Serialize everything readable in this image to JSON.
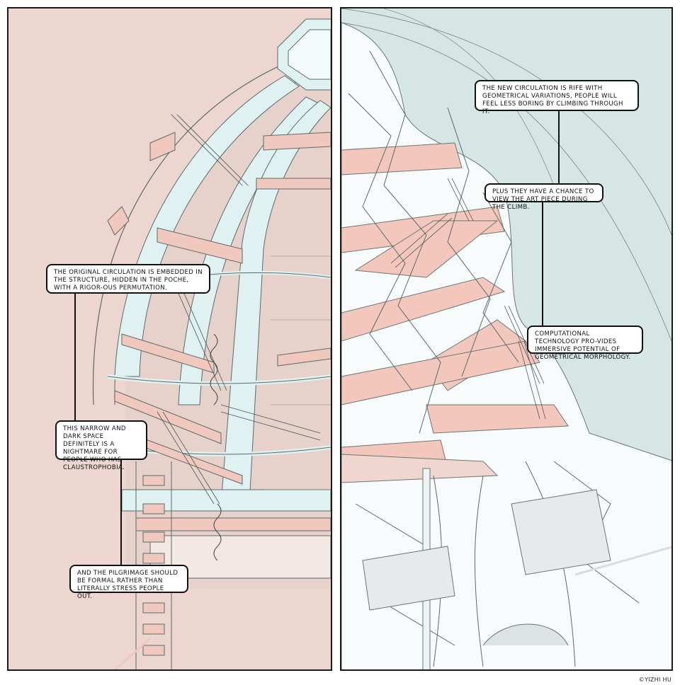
{
  "callouts": {
    "left_1": "THE ORIGINAL CIRCULATION IS EMBEDDED IN THE STRUCTURE, HIDDEN IN THE POCHE, WITH A RIGOR-OUS PERMUTATION.",
    "left_2": "THIS NARROW AND DARK SPACE DEFINITELY IS A NIGHTMARE FOR PEOPLE WHO HAS CLAUSTROPHOBIA.",
    "left_3": "AND THE PILGRIMAGE SHOULD BE FORMAL RATHER THAN LITERALLY STRESS PEOPLE OUT.",
    "right_1": "THE NEW CIRCULATION IS RIFE WITH GEOMETRICAL VARIATIONS, PEOPLE WILL FEEL LESS BORING BY CLIMBING THROUGH IT.",
    "right_2": "PLUS THEY HAVE A CHANCE TO VIEW THE ART PIECE DURING THE CLIMB.",
    "right_3": "COMPUTATIONAL TECHNOLOGY PRO-VIDES IMMERSIVE POTENTIAL OF GEOMETRICAL MORPHOLOGY."
  },
  "credit": "©YIZHI HU",
  "colors": {
    "left_background": "#ecd6cf",
    "right_background": "#d5e6e4",
    "structure_blue": "#dff1f0",
    "stair_pink": "#f0c8bd",
    "line": "#5b6b6b"
  }
}
